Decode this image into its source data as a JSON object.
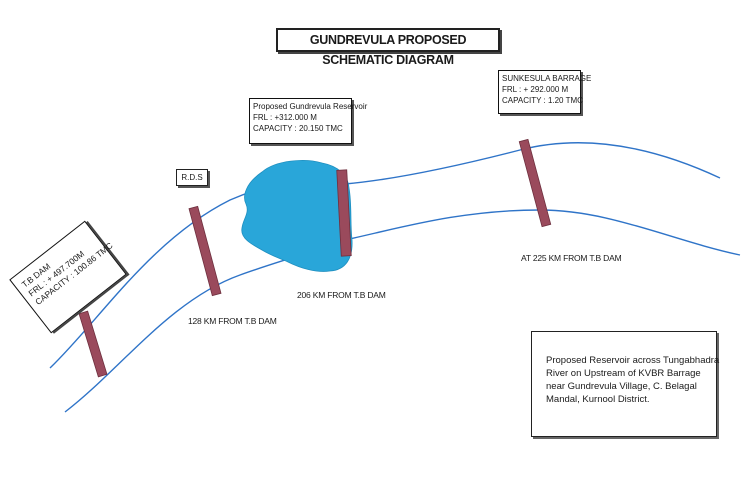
{
  "title": "GUNDREVULA PROPOSED SCHEMATIC DIAGRAM",
  "reservoir": {
    "lines": [
      "Proposed Gundrevula Reservoir",
      "FRL : +312.000 M",
      "CAPACITY : 20.150 TMC"
    ]
  },
  "barrage": {
    "lines": [
      "SUNKESULA BARRAGE",
      "FRL : + 292.000 M",
      "CAPACITY : 1.20 TMC"
    ]
  },
  "rds": "R.D.S",
  "tb_dam": {
    "lines": [
      "T.B DAM",
      "FRL : + 497.700M",
      "CAPACITY : 100.86 TMC"
    ]
  },
  "distances": {
    "rds": "128 KM FROM T.B DAM",
    "reservoir": "206 KM FROM T.B DAM",
    "barrage": "AT 225 KM FROM T.B DAM"
  },
  "note": {
    "lines": [
      "Proposed Reservoir across Tungabhadra",
      "River on Upstream of KVBR Barrage",
      "near Gundrevula Village, C. Belagal",
      "Mandal, Kurnool District."
    ]
  },
  "colors": {
    "river": "#2f74c8",
    "reservoir_fill": "#29a6d9",
    "dam": "#9a4a5c"
  }
}
